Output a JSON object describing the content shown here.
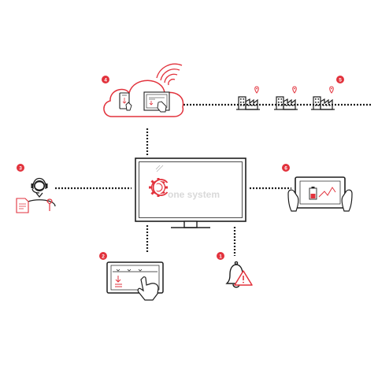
{
  "brand": {
    "text": "one system",
    "accent_color": "#e2323c",
    "line_color": "#1e1e1e",
    "watermark_color": "#d9d9d9"
  },
  "badges": {
    "alarm": "1",
    "tablet": "2",
    "operator": "3",
    "cloud": "4",
    "sites": "5",
    "mobile": "6"
  },
  "icons": [
    "monitor-icon",
    "gear-icon",
    "bell-alarm-icon",
    "warning-icon",
    "touch-tablet-icon",
    "headset-operator-icon",
    "document-icon",
    "wrench-icon",
    "cloud-icon",
    "wifi-icon",
    "factory-icon",
    "location-pin-icon",
    "hand-held-tablet-icon",
    "battery-icon",
    "line-graph-icon"
  ]
}
